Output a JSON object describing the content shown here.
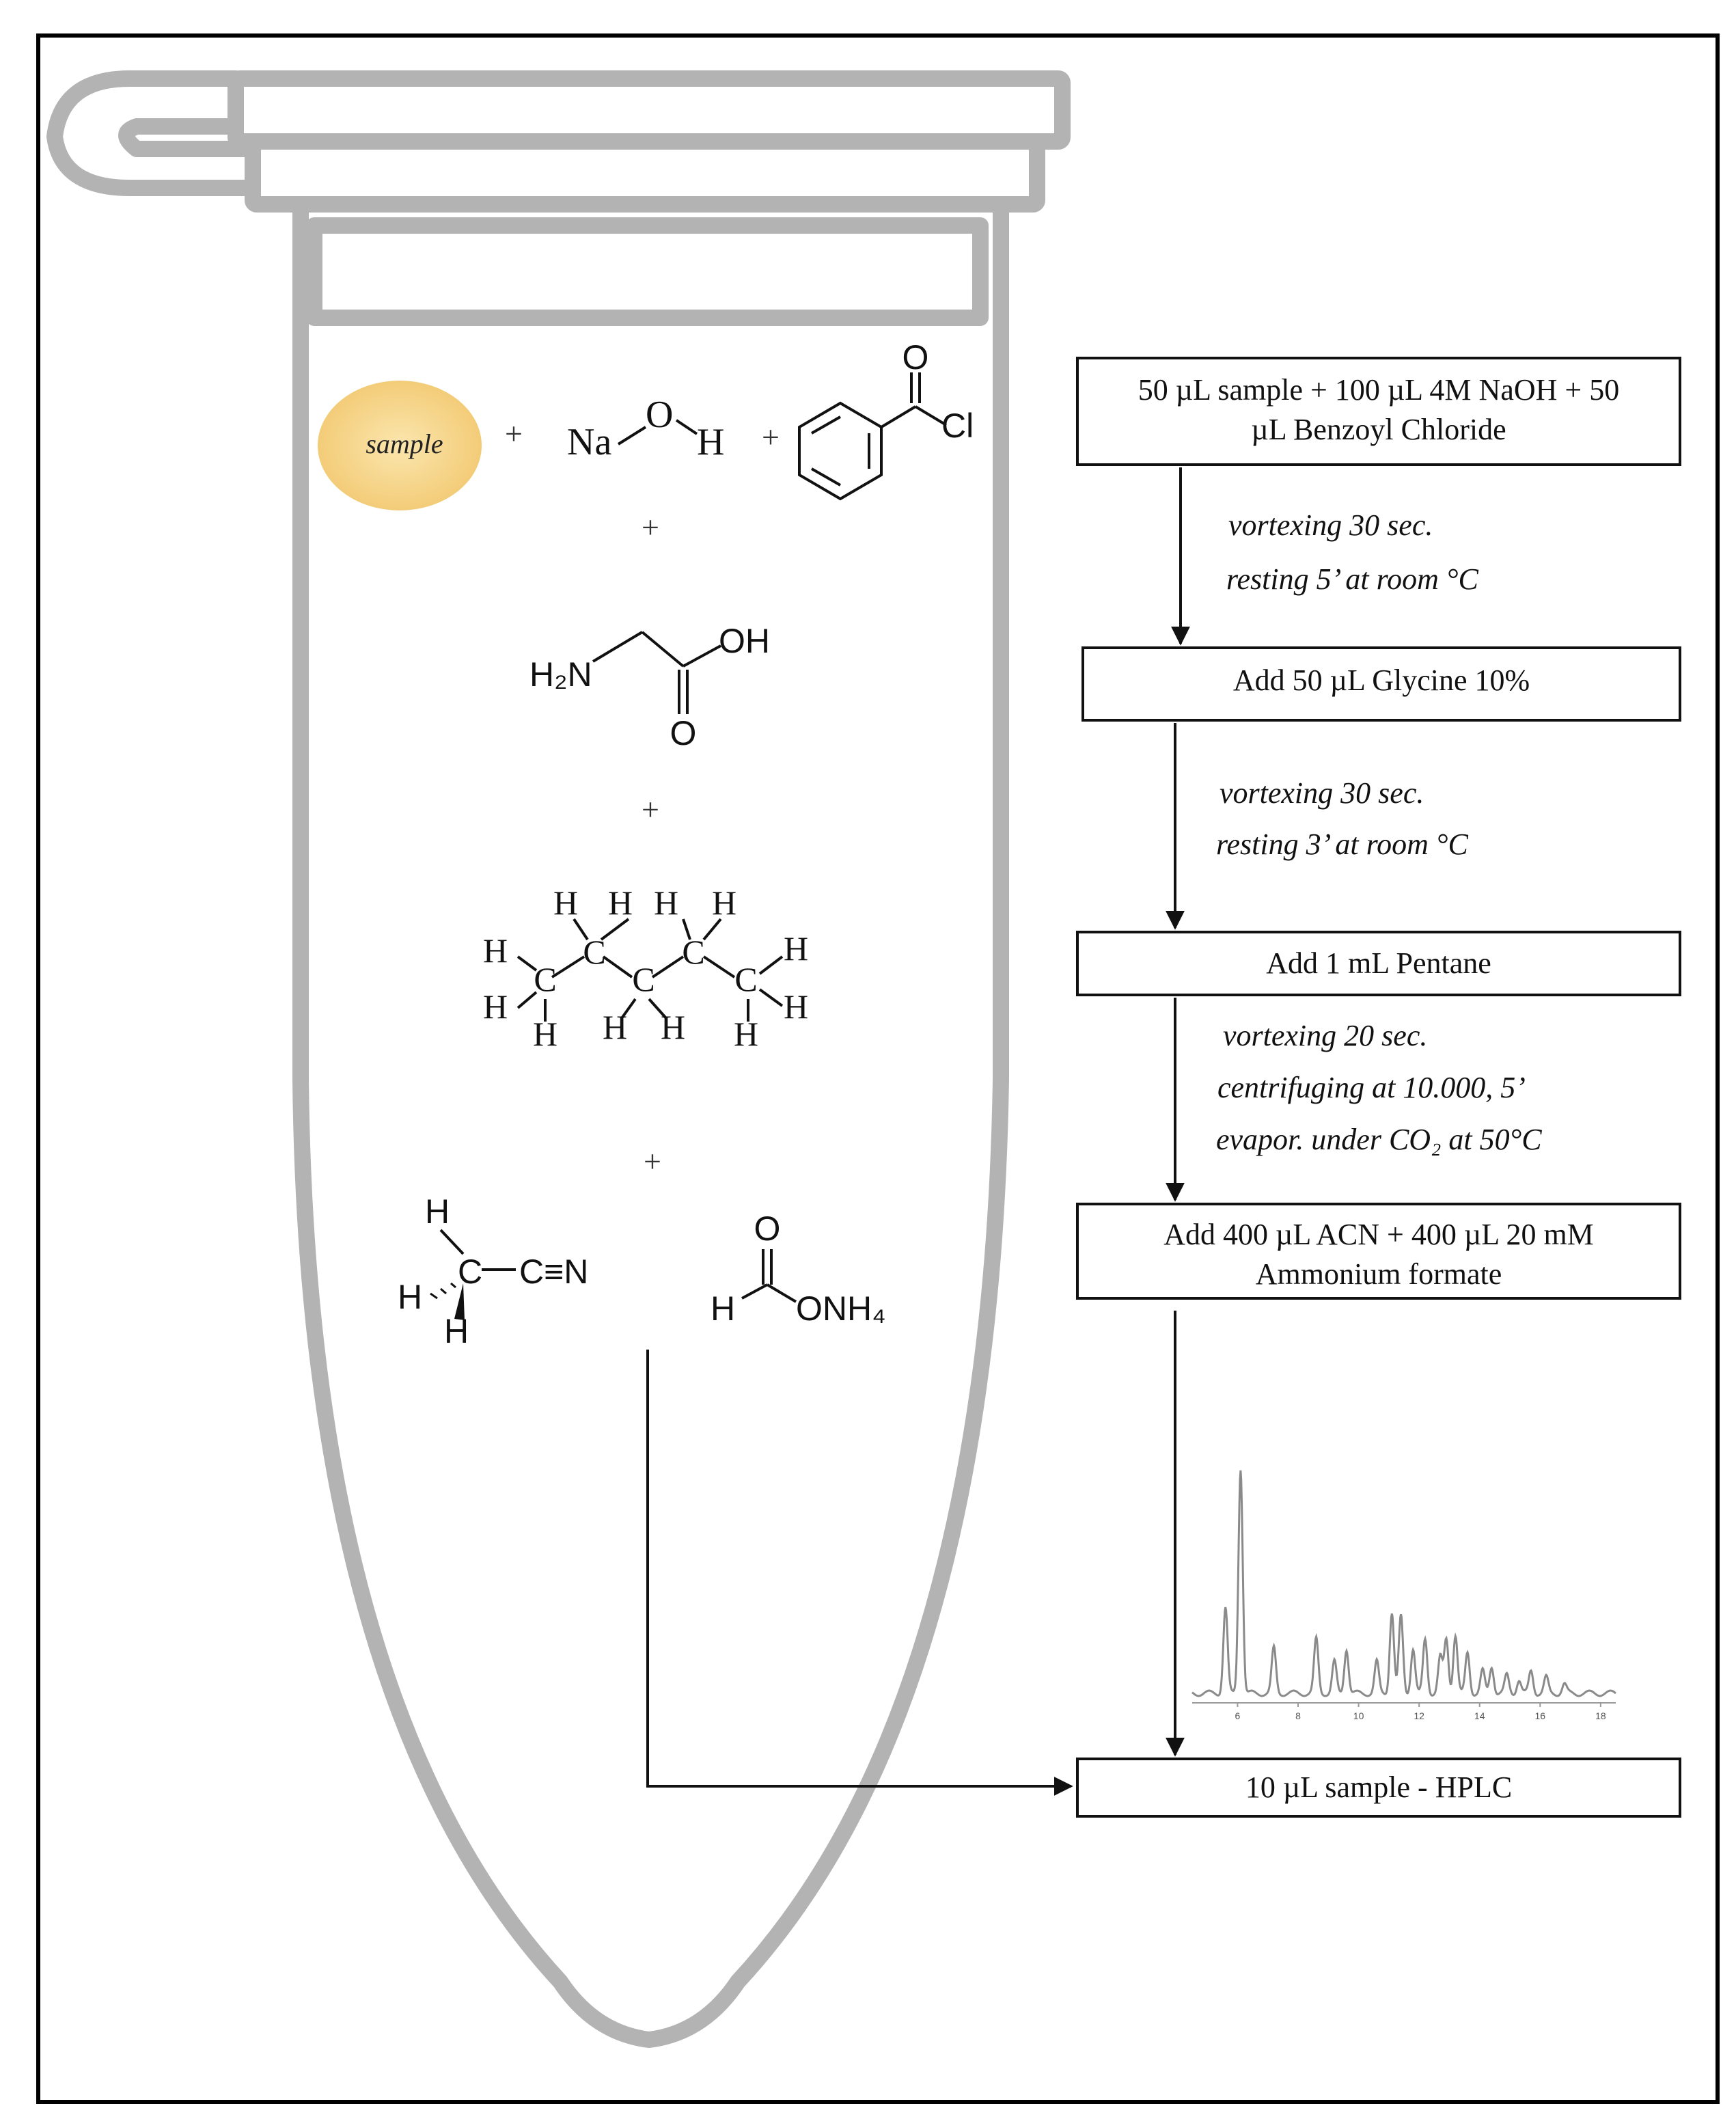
{
  "tube": {
    "sample_label": "sample",
    "plus_sign": "+",
    "naoh": {
      "na": "Na",
      "o": "O",
      "h": "H"
    },
    "benzoyl_chloride": {
      "o": "O",
      "cl": "Cl"
    },
    "glycine": {
      "h2n": "H₂N",
      "oh": "OH",
      "o": "O"
    },
    "pentane": {
      "c": "C",
      "h": "H"
    },
    "acetonitrile": {
      "h": "H",
      "cn": "C≡N"
    },
    "ammonium_formate": {
      "o": "O",
      "h": "H",
      "onh4": "ONH₄"
    }
  },
  "workflow": {
    "steps": [
      {
        "line1": "50  µL  sample + 100  µL  4M NaOH + 50",
        "line2": "µL  Benzoyl Chloride"
      },
      {
        "line1": "Add 50  µL  Glycine  10%",
        "line2": ""
      },
      {
        "line1": "Add 1  mL  Pentane",
        "line2": ""
      },
      {
        "line1": "Add 400  µL  ACN + 400  µL  20 mM",
        "line2": "Ammonium  formate"
      },
      {
        "line1": "10  µL  sample - HPLC",
        "line2": ""
      }
    ],
    "notes": [
      [
        "vortexing 30 sec.",
        "resting 5’  at room °C"
      ],
      [
        "vortexing 30 sec.",
        "resting 3’  at room °C"
      ],
      [
        "vortexing 20 sec.",
        "centrifuging at 10.000, 5’",
        "evapor. under CO₂ at 50°C"
      ]
    ]
  },
  "chromatogram": {
    "x_ticks": [
      "6",
      "8",
      "10",
      "12",
      "14",
      "16",
      "18"
    ],
    "peaks": [
      {
        "rt": 5.6,
        "height": 0.38
      },
      {
        "rt": 6.1,
        "height": 1.0
      },
      {
        "rt": 7.2,
        "height": 0.2
      },
      {
        "rt": 8.6,
        "height": 0.24
      },
      {
        "rt": 9.2,
        "height": 0.14
      },
      {
        "rt": 9.6,
        "height": 0.2
      },
      {
        "rt": 10.6,
        "height": 0.14
      },
      {
        "rt": 11.1,
        "height": 0.36
      },
      {
        "rt": 11.4,
        "height": 0.34
      },
      {
        "rt": 11.8,
        "height": 0.2
      },
      {
        "rt": 12.2,
        "height": 0.24
      },
      {
        "rt": 12.7,
        "height": 0.16
      },
      {
        "rt": 12.9,
        "height": 0.24
      },
      {
        "rt": 13.2,
        "height": 0.26
      },
      {
        "rt": 13.6,
        "height": 0.18
      },
      {
        "rt": 14.1,
        "height": 0.1
      },
      {
        "rt": 14.4,
        "height": 0.12
      },
      {
        "rt": 14.9,
        "height": 0.08
      },
      {
        "rt": 15.3,
        "height": 0.06
      },
      {
        "rt": 15.7,
        "height": 0.1
      },
      {
        "rt": 16.2,
        "height": 0.07
      },
      {
        "rt": 16.8,
        "height": 0.04
      }
    ]
  },
  "colors": {
    "tube": "#b3b3b3",
    "sample_fill": "#f6d68c",
    "ink": "#111111",
    "frame": "#000000"
  }
}
